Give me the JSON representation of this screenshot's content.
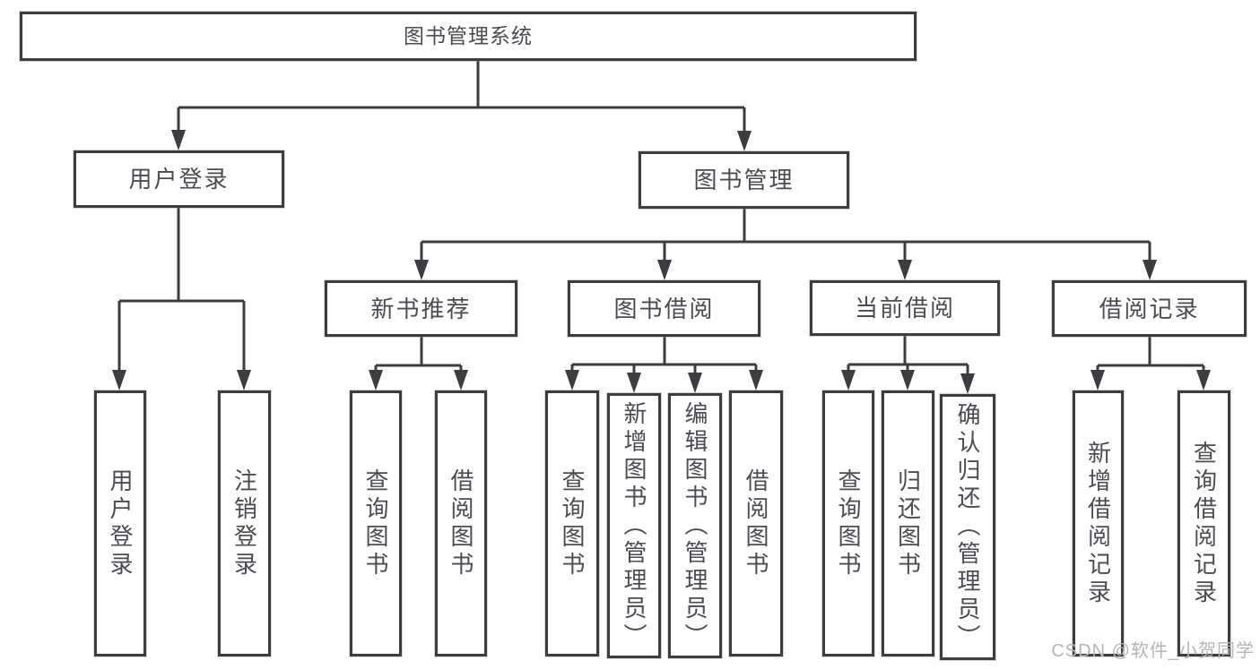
{
  "colors": {
    "line": "#3b3d40",
    "text": "#4a4c51",
    "box-bg": "#ffffff",
    "watermark": "#b5b5b5"
  },
  "diagram": {
    "root": {
      "label": "图书管理系统"
    },
    "branches": [
      {
        "label": "用户登录",
        "children": [
          {
            "label": "用户登录"
          },
          {
            "label": "注销登录"
          }
        ]
      },
      {
        "label": "图书管理",
        "children": [
          {
            "label": "新书推荐",
            "children": [
              {
                "label": "查询图书"
              },
              {
                "label": "借阅图书"
              }
            ]
          },
          {
            "label": "图书借阅",
            "children": [
              {
                "label": "查询图书"
              },
              {
                "label": "新增图书（管理员）"
              },
              {
                "label": "编辑图书（管理员）"
              },
              {
                "label": "借阅图书"
              }
            ]
          },
          {
            "label": "当前借阅",
            "children": [
              {
                "label": "查询图书"
              },
              {
                "label": "归还图书"
              },
              {
                "label": "确认归还（管理员）"
              }
            ]
          },
          {
            "label": "借阅记录",
            "children": [
              {
                "label": "新增借阅记录"
              },
              {
                "label": "查询借阅记录"
              }
            ]
          }
        ]
      }
    ]
  },
  "watermark": {
    "text": "CSDN @软件_小贺同学"
  }
}
